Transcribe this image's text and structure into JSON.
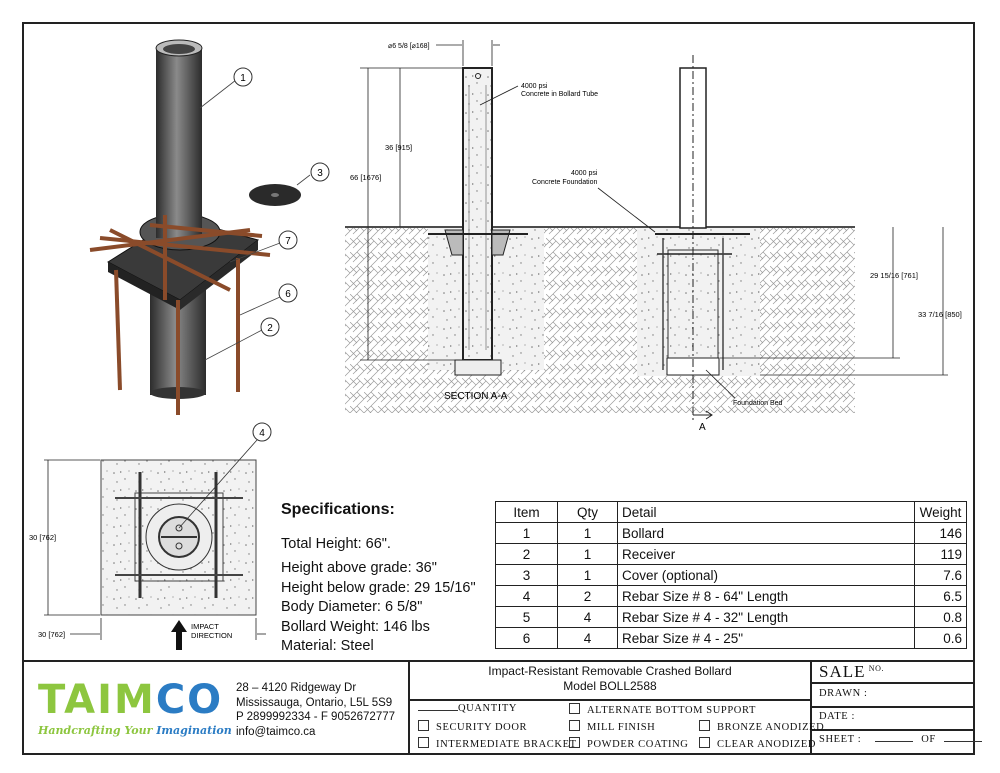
{
  "drawing": {
    "section": {
      "diameter_dim": "⌀6 5/8 [⌀168]",
      "total_height_dim": "66 [1676]",
      "above_grade_dim": "36 [915]",
      "tube_concrete_note": [
        "4000 psi",
        "Concrete in Bollard Tube"
      ],
      "foundation_note": [
        "4000 psi",
        "Concrete Foundation"
      ],
      "section_label": "SECTION A-A"
    },
    "elevation": {
      "below_grade_dim": "29 15/16 [761]",
      "foundation_depth_dim": "33 7/16 [850]",
      "foundation_bed_label": "Foundation Bed",
      "section_marker": "A"
    },
    "iso_callouts": [
      "1",
      "3",
      "7",
      "6",
      "2"
    ],
    "plan": {
      "callout": "4",
      "height_dim": "30 [762]",
      "width_dim": "30 [762]",
      "impact_label": [
        "IMPACT",
        "DIRECTION"
      ]
    },
    "colors": {
      "steel": "#4a4a4a",
      "rebar": "#8a4b2a",
      "concrete": "#e6e6e6"
    }
  },
  "specifications": {
    "title": "Specifications:",
    "lines": [
      "Total Height: 66\".",
      "Height above grade: 36\"",
      "Height below grade: 29 15/16\"",
      "Body Diameter: 6 5/8\"",
      "Bollard Weight: 146 lbs",
      "Material: Steel"
    ]
  },
  "parts_table": {
    "headers": [
      "Item",
      "Qty",
      "Detail",
      "Weight"
    ],
    "rows": [
      [
        "1",
        "1",
        "Bollard",
        "146"
      ],
      [
        "2",
        "1",
        "Receiver",
        "119"
      ],
      [
        "3",
        "1",
        "Cover (optional)",
        "7.6"
      ],
      [
        "4",
        "2",
        "Rebar Size # 8 - 64\" Length",
        "6.5"
      ],
      [
        "5",
        "4",
        "Rebar Size # 4 - 32\" Length",
        "0.8"
      ],
      [
        "6",
        "4",
        "Rebar Size # 4 - 25\"",
        "0.6"
      ]
    ]
  },
  "title_block": {
    "logo": {
      "text_green": "TAIM",
      "text_blue": "CO",
      "tagline_green": "Handcrafting Your",
      "tagline_blue": "Imagination",
      "green": "#8dc63f",
      "blue": "#2b7cc4"
    },
    "address": [
      "28 – 4120 Ridgeway Dr",
      "Mississauga, Ontario, L5L 5S9",
      "P 2899992334 - F 9052672777",
      "info@taimco.ca"
    ],
    "product_title": "Impact-Resistant Removable Crashed Bollard",
    "model": "Model BOLL2588",
    "quantity_label": "QUANTITY",
    "options": [
      "ALTERNATE BOTTOM SUPPORT",
      "SECURITY DOOR",
      "MILL FINISH",
      "BRONZE ANODIZED",
      "INTERMEDIATE BRACKET",
      "POWDER COATING",
      "CLEAR ANODIZED"
    ],
    "sale_label": "SALE",
    "sale_no": "NO.",
    "drawn_label": "DRAWN :",
    "date_label": "DATE :",
    "sheet_label": "SHEET :",
    "of_label": "OF"
  }
}
